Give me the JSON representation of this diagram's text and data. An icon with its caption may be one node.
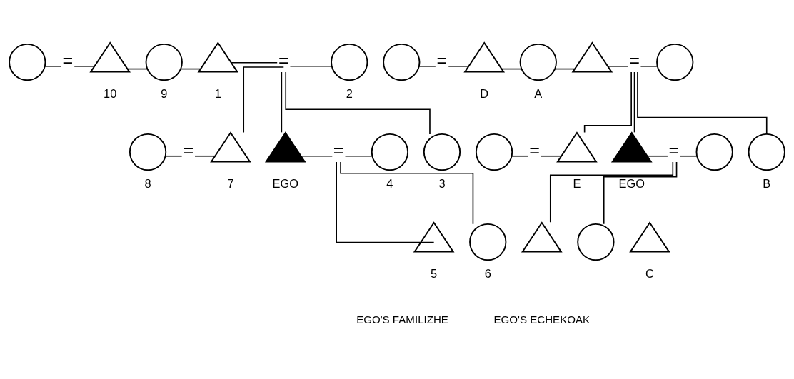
{
  "diagram": {
    "nodes": [
      {
        "text": [],
        "shape": "circle"
      },
      {
        "text": [
          "="
        ]
      },
      {
        "text": [],
        "shape": "triangle",
        "beside": [
          "10"
        ]
      },
      {
        "text": [],
        "shape": "circle",
        "beside": [
          "9"
        ]
      },
      {
        "text": [],
        "shape": "triangle",
        "beside": [
          "1"
        ]
      },
      {
        "text": [
          "="
        ]
      },
      {
        "text": [],
        "shape": "circle",
        "beside": [
          "2"
        ]
      },
      {
        "text": [],
        "shape": "circle",
        "beside": [
          "8"
        ]
      },
      {
        "text": [
          "="
        ]
      },
      {
        "text": [],
        "shape": "triangle",
        "beside": [
          "7"
        ]
      },
      {
        "text": [],
        "shape": "triangle",
        "beside": [
          "EGO"
        ]
      },
      {
        "text": [
          "="
        ]
      },
      {
        "text": [],
        "shape": "circle",
        "beside": [
          "4"
        ]
      },
      {
        "text": [],
        "shape": "circle",
        "beside": [
          "3"
        ]
      },
      {
        "text": [],
        "shape": "triangle",
        "beside": [
          "5"
        ]
      },
      {
        "text": [],
        "shape": "circle",
        "beside": [
          "6"
        ]
      },
      {
        "text": [],
        "shape": "circle"
      },
      {
        "text": [
          "="
        ]
      },
      {
        "text": [],
        "shape": "triangle",
        "beside": [
          "D"
        ]
      },
      {
        "text": [],
        "shape": "circle",
        "beside": [
          "A"
        ]
      },
      {
        "text": [],
        "shape": "triangle"
      },
      {
        "text": [
          "="
        ]
      },
      {
        "text": [],
        "shape": "circle"
      },
      {
        "text": [],
        "shape": "circle"
      },
      {
        "text": [
          "="
        ]
      },
      {
        "text": [],
        "shape": "triangle",
        "beside": [
          "E"
        ]
      },
      {
        "text": [],
        "shape": "triangle",
        "beside": [
          "EGO"
        ]
      },
      {
        "text": [
          "="
        ]
      },
      {
        "text": [],
        "shape": "circle"
      },
      {
        "text": [],
        "shape": "circle",
        "beside": [
          "B"
        ]
      },
      {
        "text": [],
        "shape": "triangle"
      },
      {
        "text": [],
        "shape": "circle"
      },
      {
        "text": [],
        "shape": "triangle",
        "beside": [
          "C"
        ]
      }
    ],
    "edges": [
      {
        "from": 0,
        "to": 1,
        "arrow": "none"
      },
      {
        "from": 1,
        "to": 2,
        "arrow": "none"
      },
      {
        "from": 2,
        "to": 3,
        "arrow": "none"
      },
      {
        "from": 3,
        "to": 4,
        "arrow": "none"
      },
      {
        "from": 4,
        "to": 5,
        "arrow": "none"
      },
      {
        "from": 5,
        "to": 6,
        "arrow": "none"
      },
      {
        "from": 5,
        "to": 9,
        "arrow": "none"
      },
      {
        "from": 5,
        "to": 10,
        "arrow": "none"
      },
      {
        "from": 5,
        "to": 13,
        "arrow": "none"
      },
      {
        "from": 7,
        "to": 8,
        "arrow": "none"
      },
      {
        "from": 8,
        "to": 9,
        "arrow": "none"
      },
      {
        "from": 10,
        "to": 11,
        "arrow": "none"
      },
      {
        "from": 11,
        "to": 12,
        "arrow": "none"
      },
      {
        "from": 11,
        "to": 14,
        "arrow": "none"
      },
      {
        "from": 11,
        "to": 15,
        "arrow": "none"
      },
      {
        "from": 16,
        "to": 17,
        "arrow": "none"
      },
      {
        "from": 17,
        "to": 18,
        "arrow": "none"
      },
      {
        "from": 18,
        "to": 19,
        "arrow": "none"
      },
      {
        "from": 19,
        "to": 20,
        "arrow": "none"
      },
      {
        "from": 20,
        "to": 21,
        "arrow": "none"
      },
      {
        "from": 21,
        "to": 22,
        "arrow": "none"
      },
      {
        "from": 21,
        "to": 25,
        "arrow": "none"
      },
      {
        "from": 21,
        "to": 26,
        "arrow": "none"
      },
      {
        "from": 21,
        "to": 29,
        "arrow": "none"
      },
      {
        "from": 23,
        "to": 24,
        "arrow": "none"
      },
      {
        "from": 24,
        "to": 25,
        "arrow": "none"
      },
      {
        "from": 26,
        "to": 27,
        "arrow": "none"
      },
      {
        "from": 27,
        "to": 28,
        "arrow": "none"
      },
      {
        "from": 27,
        "to": 30,
        "arrow": "none"
      },
      {
        "from": 27,
        "to": 31,
        "arrow": "none"
      }
    ],
    "labels": [
      "EGO'S FAMILIZHE",
      "EGO'S ECHEKOAK"
    ]
  }
}
